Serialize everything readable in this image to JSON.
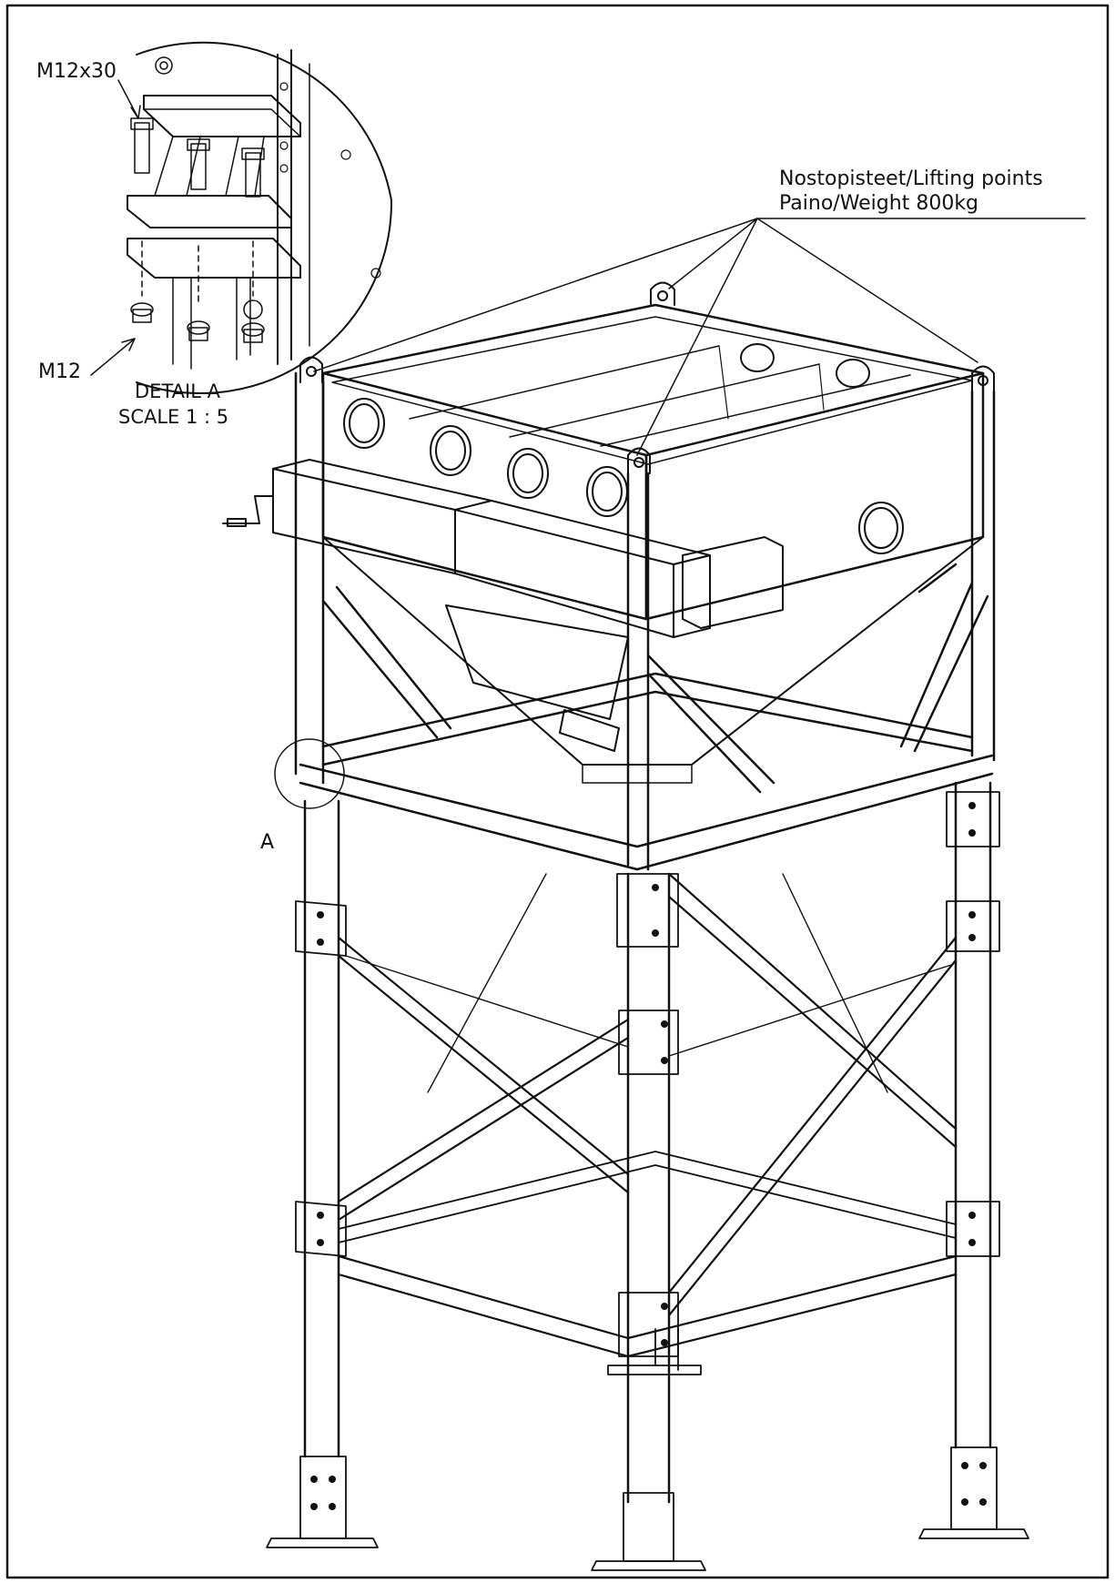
{
  "drawing": {
    "detail_callout_bolt": "M12x30",
    "detail_callout_nut": "M12",
    "detail_title": "DETAIL A",
    "detail_scale": "SCALE 1 : 5",
    "detail_reference_letter": "A",
    "lifting_points_line1": "Nostopisteet/Lifting points",
    "lifting_points_line2": "Paino/Weight 800kg"
  },
  "colors": {
    "line": "#111111",
    "paper": "#ffffff"
  }
}
